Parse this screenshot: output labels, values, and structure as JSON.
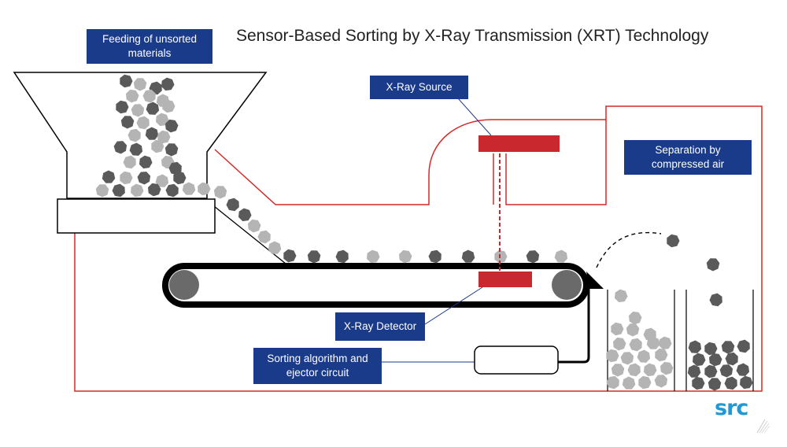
{
  "title": "Sensor-Based Sorting by X-Ray Transmission (XRT) Technology",
  "labels": {
    "feeding": "Feeding of unsorted materials",
    "xray_source": "X-Ray Source",
    "separation": "Separation by compressed air",
    "xray_detector": "X-Ray Detector",
    "sorting": "Sorting algorithm and ejector circuit"
  },
  "logo": {
    "text": "src"
  },
  "colors": {
    "label_bg": "#1a3a8a",
    "label_text": "#ffffff",
    "enclosure": "#d42a2a",
    "sensor": "#c8282e",
    "particle_dark": "#5a5a5a",
    "particle_light": "#b4b4b4",
    "belt": "#000000",
    "roller": "#6a6a6a",
    "logo": "#1f9ad6"
  }
}
